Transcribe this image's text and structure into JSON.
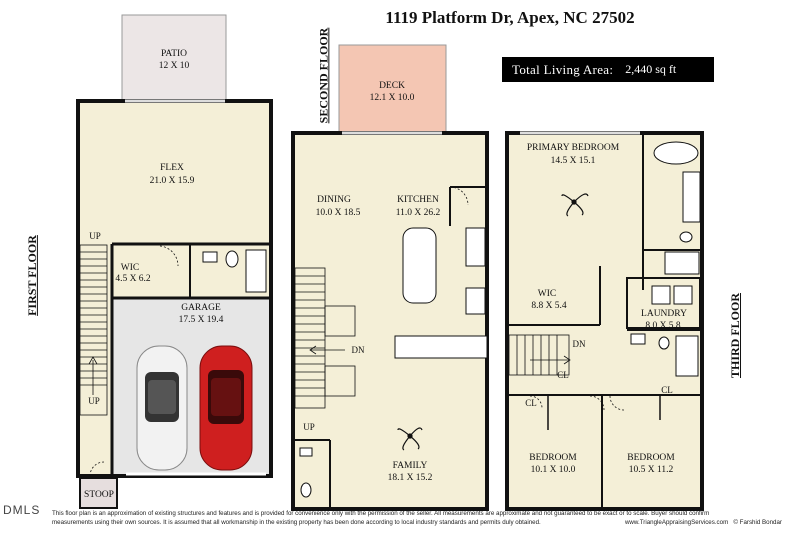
{
  "address": "1119 Platform Dr, Apex, NC 27502",
  "total_living_area": {
    "label": "Total Living Area:",
    "value": "2,440 sq ft"
  },
  "floor_labels": {
    "first": "FIRST FLOOR",
    "second": "SECOND FLOOR",
    "third": "THIRD FLOOR"
  },
  "rooms": {
    "patio": {
      "name": "PATIO",
      "dims": "12 X 10"
    },
    "flex": {
      "name": "FLEX",
      "dims": "21.0 X 15.9"
    },
    "wic_first": {
      "name": "WIC",
      "dims": "4.5 X 6.2"
    },
    "garage": {
      "name": "GARAGE",
      "dims": "17.5 X 19.4"
    },
    "stoop": {
      "name": "STOOP"
    },
    "deck": {
      "name": "DECK",
      "dims": "12.1 X 10.0"
    },
    "dining": {
      "name": "DINING",
      "dims": "10.0 X 18.5"
    },
    "kitchen": {
      "name": "KITCHEN",
      "dims": "11.0 X 26.2"
    },
    "family": {
      "name": "FAMILY",
      "dims": "18.1 X 15.2"
    },
    "primary_bedroom": {
      "name": "PRIMARY BEDROOM",
      "dims": "14.5 X 15.1"
    },
    "wic_third": {
      "name": "WIC",
      "dims": "8.8 X 5.4"
    },
    "laundry": {
      "name": "LAUNDRY",
      "dims": "8.0 X 5.8"
    },
    "bedroom_left": {
      "name": "BEDROOM",
      "dims": "10.1 X 10.0"
    },
    "bedroom_right": {
      "name": "BEDROOM",
      "dims": "10.5 X 11.2"
    }
  },
  "stair_labels": {
    "up": "UP",
    "dn": "DN",
    "cl": "CL"
  },
  "watermark": "DMLS",
  "footer": {
    "line1": "This floor plan is an approximation of existing structures and features and is provided for convenience only with the permission of the seller.  All measurements are approximate and not guaranteed to be exact or to scale.  Buyer should confirm",
    "line2": "measurements using their own sources.  It is assumed that all workmanship in the existing property has been done according to local industry standards and permits duly obtained.",
    "website": "www.TriangleAppraisingServices.com",
    "credit": "© Farshid Bondar"
  },
  "colors": {
    "room_fill": "#f4efd7",
    "patio_fill": "#ece6e6",
    "deck_fill": "#f4c6b3",
    "garage_fill": "#e6e6e6",
    "wall": "#111111",
    "label_bg": "#000000"
  }
}
